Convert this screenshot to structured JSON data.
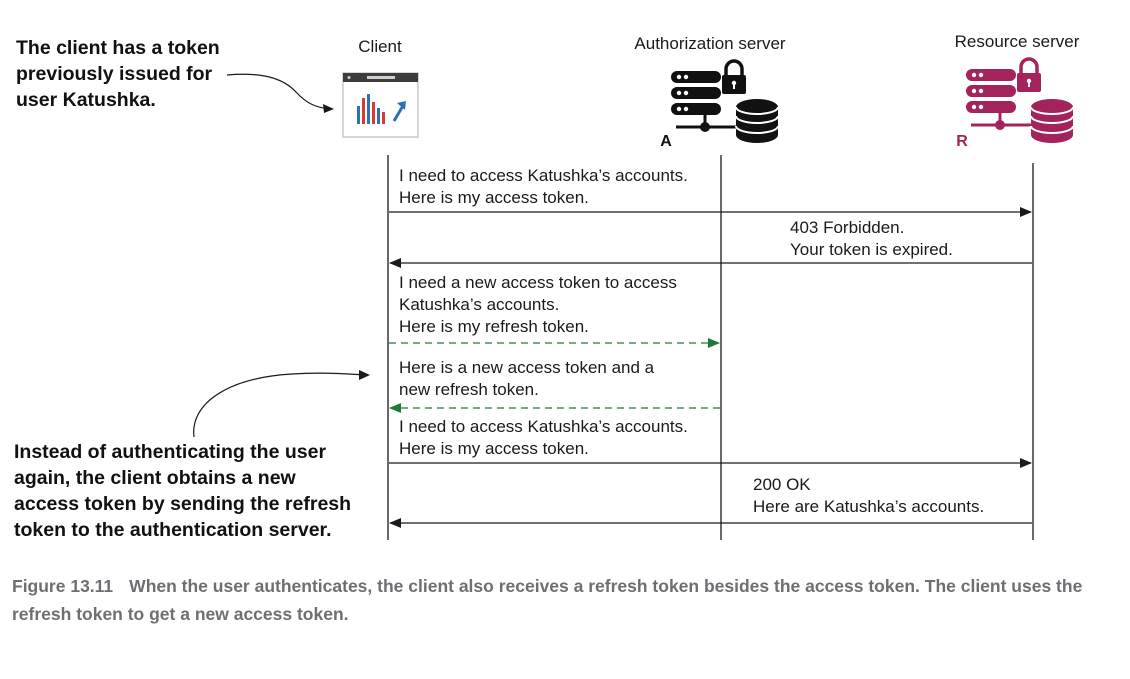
{
  "participants": {
    "client": "Client",
    "auth": "Authorization server",
    "auth_badge": "A",
    "resource": "Resource server",
    "resource_badge": "R"
  },
  "notes": {
    "top": [
      "The client has a token",
      "previously issued for",
      "user Katushka."
    ],
    "bottom": [
      "Instead of authenticating the user",
      "again, the client obtains a new",
      "access token by sending the refresh",
      "token to the authentication server."
    ]
  },
  "messages": [
    {
      "lines": [
        "I need to access Katushka’s accounts.",
        "Here is my access token."
      ]
    },
    {
      "lines": [
        "403 Forbidden.",
        "Your token is expired."
      ]
    },
    {
      "lines": [
        "I need a new access token to access",
        "Katushka’s accounts.",
        "Here is my refresh token."
      ]
    },
    {
      "lines": [
        "Here is a new access token and a",
        "new refresh token."
      ]
    },
    {
      "lines": [
        "I need to access Katushka’s accounts.",
        "Here is my access token."
      ]
    },
    {
      "lines": [
        "200 OK",
        "Here are Katushka’s accounts."
      ]
    }
  ],
  "caption": {
    "figure": "Figure 13.11",
    "text": "When the user authenticates, the client also receives a refresh token besides the access token. The client uses the refresh token to get a new access token."
  },
  "colors": {
    "auth_icon": "#111111",
    "resource_icon": "#a3245a",
    "refresh_arrow": "#1f7a3a",
    "caption": "#6d6f73"
  }
}
